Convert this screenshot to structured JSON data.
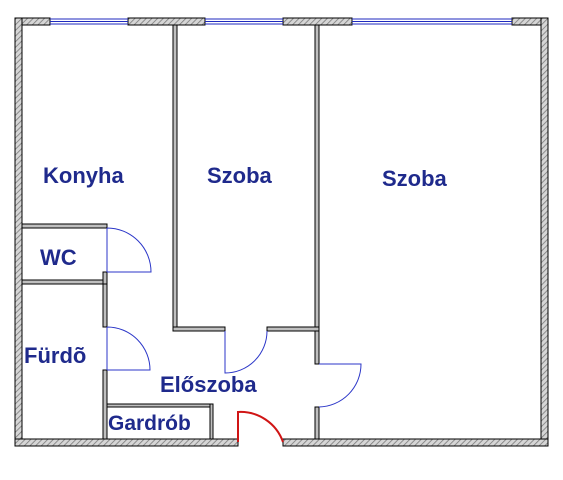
{
  "plan": {
    "rooms": {
      "kitchen": "Konyha",
      "room_middle": "Szoba",
      "room_large": "Szoba",
      "wc": "WC",
      "bathroom": "Fürdõ",
      "hall": "Előszoba",
      "wardrobe": "Gardrób"
    },
    "colors": {
      "wall_outline": "#000000",
      "wall_hatch": "#8c8c8c",
      "window": "#1f2abf",
      "door_swing": "#2b36c8",
      "entrance_door": "#d01515",
      "label": "#1f2a8c"
    }
  }
}
